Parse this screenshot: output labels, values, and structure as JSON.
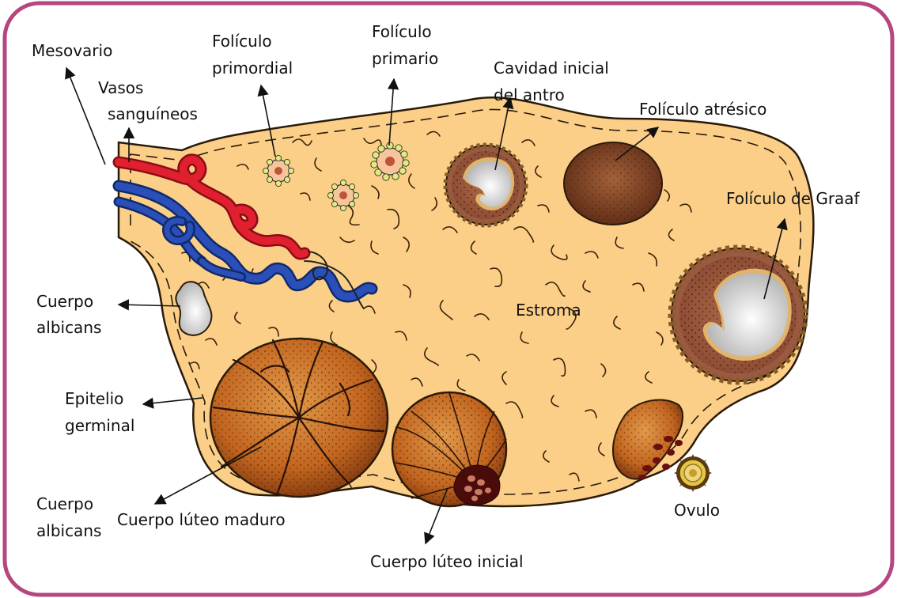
{
  "labels": {
    "mesovario": "Mesovario",
    "vasos_1": "Vasos",
    "vasos_2": "sanguíneos",
    "primordial_1": "Folículo",
    "primordial_2": "primordial",
    "primario_1": "Folículo",
    "primario_2": "primario",
    "cavidad_1": "Cavidad inicial",
    "cavidad_2": "del antro",
    "atresico": "Folículo atrésico",
    "graaf": "Folículo de Graaf",
    "albicans_top_1": "Cuerpo",
    "albicans_top_2": "albicans",
    "estroma": "Estroma",
    "epitelio_1": "Epitelio",
    "epitelio_2": "germinal",
    "albicans_bottom_1": "Cuerpo",
    "albicans_bottom_2": "albicans",
    "luteo_maduro": "Cuerpo lúteo maduro",
    "ovulo": "Ovulo",
    "luteo_inicial": "Cuerpo lúteo inicial"
  },
  "colors": {
    "frame": "#b5467f",
    "ovary_fill": "#fbcf88",
    "ovary_stroke": "#2a1a0a",
    "artery": "#d7182a",
    "vein": "#1f3f9c",
    "luteum": "#c8702a",
    "atretic": "#8a4a2a",
    "follicle_ring": "#c7dc5a",
    "graaf_ring": "#8a5a2a"
  }
}
